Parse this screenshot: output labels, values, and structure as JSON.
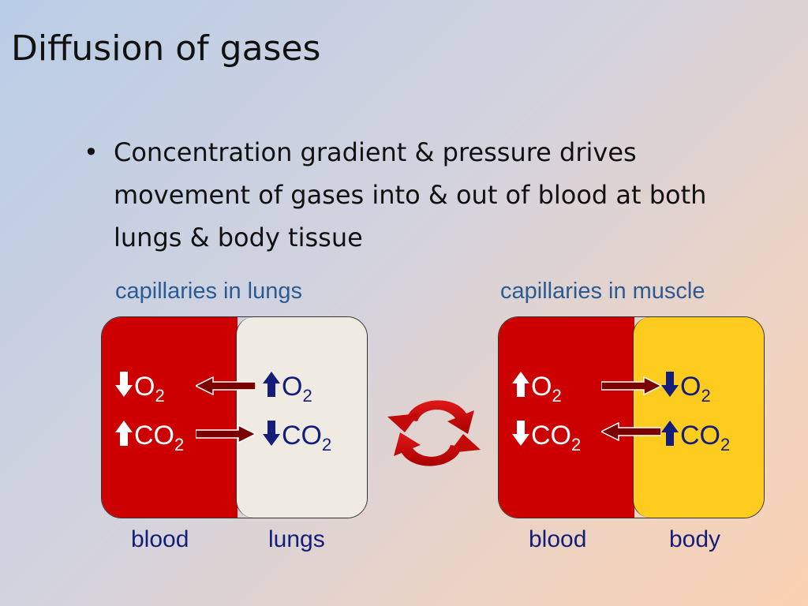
{
  "slide": {
    "title": "Diffusion of gases",
    "bullet": "Concentration gradient & pressure drives movement of gases into & out of blood at both lungs & body tissue"
  },
  "colors": {
    "blood": "#cc0000",
    "lungs": "#efebe2",
    "body": "#fecb1f",
    "caption": "#2a5b93",
    "label": "#141e7a",
    "arrow": "#7a0000"
  },
  "lungs_panel": {
    "caption": "capillaries in lungs",
    "left_label": "blood",
    "right_label": "lungs",
    "blood_o2": {
      "text": "O",
      "sub": "2",
      "trend": "down",
      "icon": "arrow-down-icon"
    },
    "blood_co2": {
      "text": "CO",
      "sub": "2",
      "trend": "up",
      "icon": "arrow-up-icon"
    },
    "lungs_o2": {
      "text": "O",
      "sub": "2",
      "trend": "up",
      "icon": "arrow-up-icon"
    },
    "lungs_co2": {
      "text": "CO",
      "sub": "2",
      "trend": "down",
      "icon": "arrow-down-icon"
    },
    "o2_flow": "lungs-to-blood",
    "co2_flow": "blood-to-lungs"
  },
  "muscle_panel": {
    "caption": "capillaries in muscle",
    "left_label": "blood",
    "right_label": "body",
    "blood_o2": {
      "text": "O",
      "sub": "2",
      "trend": "up",
      "icon": "arrow-up-icon"
    },
    "blood_co2": {
      "text": "CO",
      "sub": "2",
      "trend": "down",
      "icon": "arrow-down-icon"
    },
    "body_o2": {
      "text": "O",
      "sub": "2",
      "trend": "down",
      "icon": "arrow-down-icon"
    },
    "body_co2": {
      "text": "CO",
      "sub": "2",
      "trend": "up",
      "icon": "arrow-up-icon"
    },
    "o2_flow": "blood-to-body",
    "co2_flow": "body-to-blood"
  },
  "cycle_icon": "circular-cycle-arrows-icon"
}
